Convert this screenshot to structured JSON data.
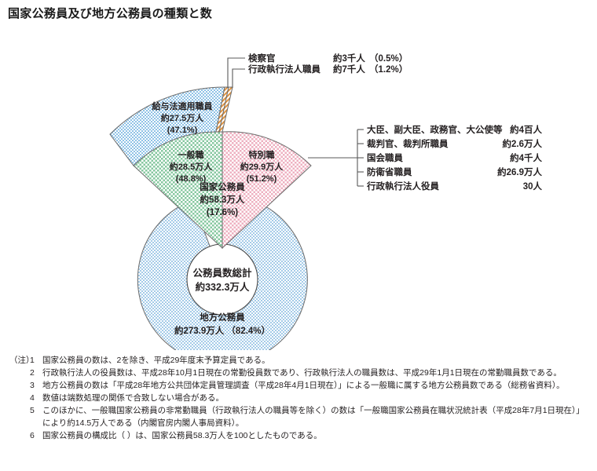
{
  "title": "国家公務員及び地方公務員の種類と数",
  "chart_data": {
    "type": "pie",
    "title": "国家公務員及び地方公務員の種類と数",
    "total": {
      "label": "公務員数総計",
      "value": "約332.3万人"
    },
    "level1": {
      "categories": [
        "国家公務員",
        "地方公務員"
      ],
      "values": [
        58.3,
        273.9
      ],
      "percents": [
        "17.6%",
        "82.4%"
      ],
      "value_labels": [
        "約58.3万人",
        "約273.9万人"
      ],
      "unit": "万人"
    },
    "level2": {
      "parent": "国家公務員",
      "categories": [
        "一般職",
        "特別職"
      ],
      "values": [
        28.5,
        29.9
      ],
      "percents": [
        "48.8%",
        "51.2%"
      ],
      "value_labels": [
        "約28.5万人",
        "約29.9万人"
      ]
    },
    "level3": {
      "parent": "一般職",
      "categories": [
        "給与法適用職員",
        "検察官",
        "行政執行法人職員"
      ],
      "values": [
        27.5,
        0.3,
        0.7
      ],
      "percents": [
        "47.1%",
        "0.5%",
        "1.2%"
      ],
      "value_labels": [
        "約27.5万人",
        "約3千人",
        "約7千人"
      ]
    },
    "level3_special": {
      "parent": "特別職",
      "categories": [
        "大臣、副大臣、政務官、大公使等",
        "裁判官、裁判所職員",
        "国会職員",
        "防衛省職員",
        "行政執行法人役員"
      ],
      "value_labels": [
        "約4百人",
        "約2.6万人",
        "約4千人",
        "約26.9万人",
        "30人"
      ]
    },
    "colors": {
      "national": "#f5c63f",
      "local": "#9cc8e8",
      "general_service": "#7fc49a",
      "special_service": "#e8a0b4",
      "pay_law": "#8fc4e6",
      "prosecutor": "#e0913f",
      "admin_corp": "#e0913f"
    }
  },
  "segments": {
    "pay_law": {
      "name": "給与法適用職員",
      "value": "約27.5万人",
      "percent": "(47.1%)"
    },
    "general": {
      "name": "一般職",
      "value": "約28.5万人",
      "percent": "(48.8%)"
    },
    "special": {
      "name": "特別職",
      "value": "約29.9万人",
      "percent": "(51.2%)"
    },
    "national": {
      "name": "国家公務員",
      "value": "約58.3万人",
      "percent": "(17.6%)"
    },
    "local": {
      "name": "地方公務員",
      "value": "約273.9万人 （82.4%）"
    },
    "total": {
      "name": "公務員数総計",
      "value": "約332.3万人"
    }
  },
  "top_callouts": [
    {
      "label": "検察官",
      "value": "約3千人",
      "percent": "（0.5%）"
    },
    {
      "label": "行政執行法人職員",
      "value": "約7千人",
      "percent": "（1.2%）"
    }
  ],
  "right_callouts": [
    {
      "label": "大臣、副大臣、政務官、大公使等",
      "value": "約4百人"
    },
    {
      "label": "裁判官、裁判所職員",
      "value": "約2.6万人"
    },
    {
      "label": "国会職員",
      "value": "約4千人"
    },
    {
      "label": "防衛省職員",
      "value": "約26.9万人"
    },
    {
      "label": "行政執行法人役員",
      "value": "30人"
    }
  ],
  "notes": {
    "marker": "（注）",
    "items": [
      {
        "num": "1",
        "text": "国家公務員の数は、2を除き、平成29年度末予算定員である。"
      },
      {
        "num": "2",
        "text": "行政執行法人の役員数は、平成28年10月1日現在の常勤役員数であり、行政執行法人の職員数は、平成29年1月1日現在の常勤職員数である。"
      },
      {
        "num": "3",
        "text": "地方公務員の数は「平成28年地方公共団体定員管理調査（平成28年4月1日現在）」による一般職に属する地方公務員数である（総務省資料）。"
      },
      {
        "num": "4",
        "text": "数値は端数処理の関係で合致しない場合がある。"
      },
      {
        "num": "5",
        "text": "このほかに、一般職国家公務員の非常勤職員（行政執行法人の職員等を除く）の数は「一般職国家公務員在職状況統計表（平成28年7月1日現在）」により約14.5万人である（内閣官房内閣人事局資料）。"
      },
      {
        "num": "6",
        "text": "国家公務員の構成比（ ）は、国家公務員58.3万人を100としたものである。"
      }
    ]
  }
}
